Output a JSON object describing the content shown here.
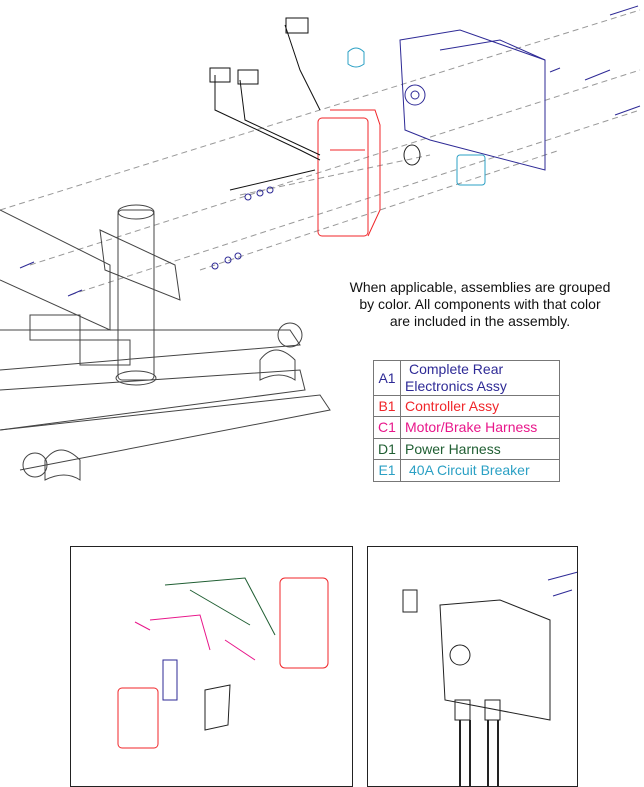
{
  "note": {
    "line1": "When applicable, assemblies are grouped",
    "line2": "by color. All components with that color",
    "line3": "are included in the assembly."
  },
  "legend": [
    {
      "code": "A1",
      "label_line1": "Complete Rear",
      "label_line2": "Electronics Assy",
      "color": "#2e2a96"
    },
    {
      "code": "B1",
      "label": "Controller Assy",
      "color": "#f0262a"
    },
    {
      "code": "C1",
      "label": "Motor/Brake Harness",
      "color": "#e8168a"
    },
    {
      "code": "D1",
      "label": "Power Harness",
      "color": "#1f5e32"
    },
    {
      "code": "E1",
      "label": "40A Circuit Breaker",
      "color": "#2ba0c4"
    }
  ]
}
